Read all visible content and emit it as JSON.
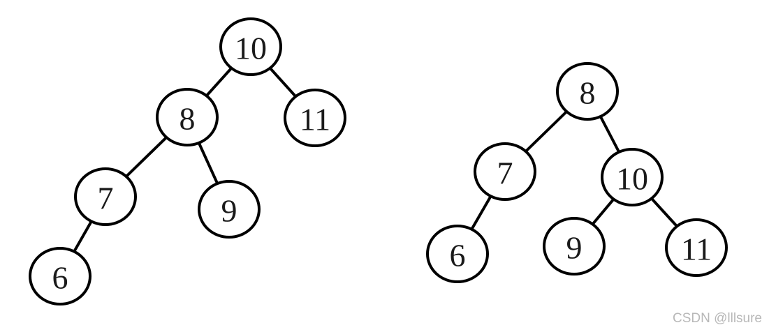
{
  "trees": [
    {
      "nodes": [
        {
          "id": "a10",
          "label": "10"
        },
        {
          "id": "a8",
          "label": "8"
        },
        {
          "id": "a11",
          "label": "11"
        },
        {
          "id": "a7",
          "label": "7"
        },
        {
          "id": "a9",
          "label": "9"
        },
        {
          "id": "a6",
          "label": "6"
        }
      ],
      "edges": [
        [
          "a10",
          "a8"
        ],
        [
          "a10",
          "a11"
        ],
        [
          "a8",
          "a7"
        ],
        [
          "a8",
          "a9"
        ],
        [
          "a7",
          "a6"
        ]
      ]
    },
    {
      "nodes": [
        {
          "id": "b8",
          "label": "8"
        },
        {
          "id": "b7",
          "label": "7"
        },
        {
          "id": "b10",
          "label": "10"
        },
        {
          "id": "b6",
          "label": "6"
        },
        {
          "id": "b9",
          "label": "9"
        },
        {
          "id": "b11",
          "label": "11"
        }
      ],
      "edges": [
        [
          "b8",
          "b7"
        ],
        [
          "b8",
          "b10"
        ],
        [
          "b7",
          "b6"
        ],
        [
          "b10",
          "b9"
        ],
        [
          "b10",
          "b11"
        ]
      ]
    }
  ],
  "watermark": "CSDN @lllsure"
}
